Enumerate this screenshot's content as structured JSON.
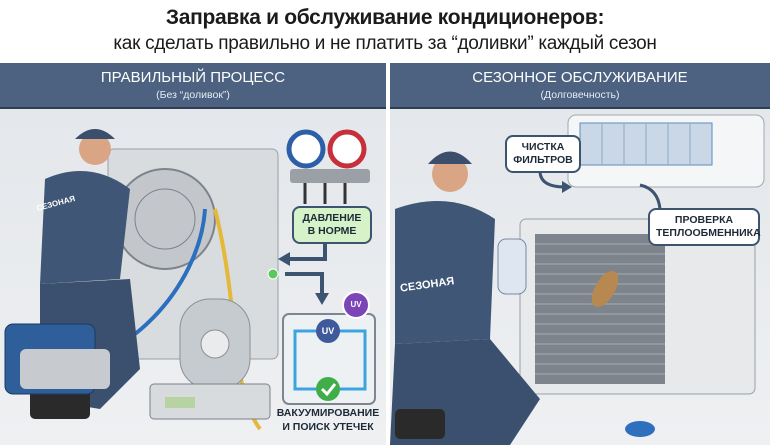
{
  "title": "Заправка и обслуживание кондиционеров:",
  "subtitle": "как сделать правильно и не платить за “доливки” каждый сезон",
  "left_panel": {
    "header": "ПРАВИЛЬНЫЙ ПРОЦЕСС",
    "subheader": "(Без “доливок”)",
    "pressure_label_line1": "ДАВЛЕНИЕ",
    "pressure_label_line2": "В НОРМЕ",
    "uv_badge": "UV",
    "uv_cycle_label": "UV",
    "caption_line1": "ВАКУУМИРОВАНИЕ",
    "caption_line2": "И ПОИСК УТЕЧЕК",
    "jacket_logo": "СЕЗОНАЯ"
  },
  "right_panel": {
    "header": "СЕЗОННОЕ ОБСЛУЖИВАНИЕ",
    "subheader": "(Долговечность)",
    "filter_label_line1": "ЧИСТКА",
    "filter_label_line2": "ФИЛЬТРОВ",
    "exchanger_label_line1": "ПРОВЕРКА",
    "exchanger_label_line2": "ТЕПЛООБМЕННИКА",
    "jacket_logo": "СЕЗОНАЯ"
  },
  "colors": {
    "header_bg": "#4c6280",
    "accent_green": "#3fae49",
    "uv_purple": "#7b45b8"
  }
}
